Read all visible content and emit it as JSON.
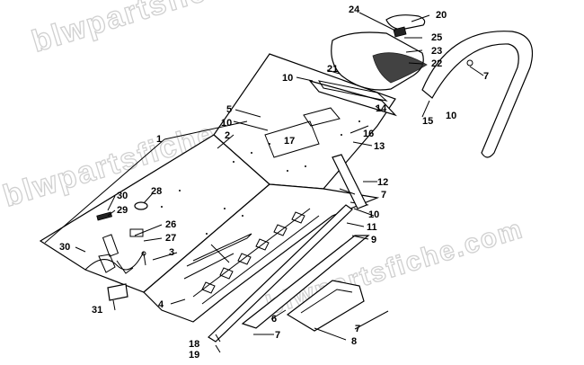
{
  "watermark": {
    "text": "blwpartsfiche.com"
  },
  "callouts": [
    {
      "id": "c1",
      "label": "1"
    },
    {
      "id": "c2",
      "label": "2"
    },
    {
      "id": "c3",
      "label": "3"
    },
    {
      "id": "c4",
      "label": "4"
    },
    {
      "id": "c5",
      "label": "5"
    },
    {
      "id": "c6",
      "label": "6"
    },
    {
      "id": "c7a",
      "label": "7"
    },
    {
      "id": "c7b",
      "label": "7"
    },
    {
      "id": "c7c",
      "label": "7"
    },
    {
      "id": "c7d",
      "label": "7"
    },
    {
      "id": "c8",
      "label": "8"
    },
    {
      "id": "c9",
      "label": "9"
    },
    {
      "id": "c10a",
      "label": "10"
    },
    {
      "id": "c10b",
      "label": "10"
    },
    {
      "id": "c10c",
      "label": "10"
    },
    {
      "id": "c10d",
      "label": "10"
    },
    {
      "id": "c11",
      "label": "11"
    },
    {
      "id": "c12",
      "label": "12"
    },
    {
      "id": "c13",
      "label": "13"
    },
    {
      "id": "c14",
      "label": "14"
    },
    {
      "id": "c15",
      "label": "15"
    },
    {
      "id": "c16",
      "label": "16"
    },
    {
      "id": "c17",
      "label": "17"
    },
    {
      "id": "c18",
      "label": "18"
    },
    {
      "id": "c19",
      "label": "19"
    },
    {
      "id": "c20",
      "label": "20"
    },
    {
      "id": "c21",
      "label": "21"
    },
    {
      "id": "c22",
      "label": "22"
    },
    {
      "id": "c23",
      "label": "23"
    },
    {
      "id": "c24",
      "label": "24"
    },
    {
      "id": "c25",
      "label": "25"
    },
    {
      "id": "c26",
      "label": "26"
    },
    {
      "id": "c27",
      "label": "27"
    },
    {
      "id": "c28",
      "label": "28"
    },
    {
      "id": "c29",
      "label": "29"
    },
    {
      "id": "c30a",
      "label": "30"
    },
    {
      "id": "c30b",
      "label": "30"
    },
    {
      "id": "c31",
      "label": "31"
    }
  ]
}
